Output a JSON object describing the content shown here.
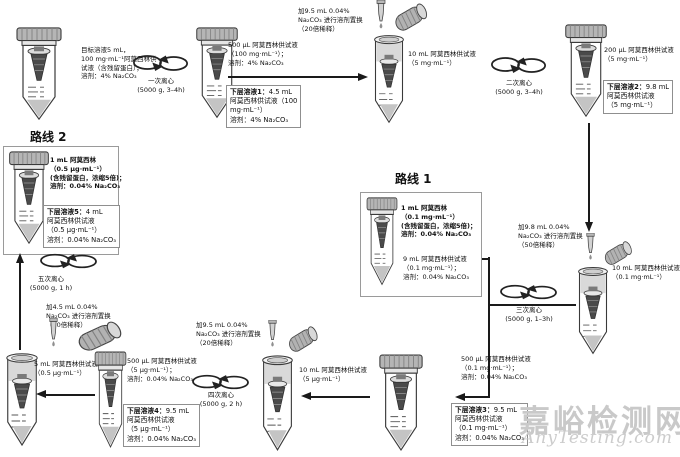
{
  "diagram": {
    "route1": {
      "title": "路线 1",
      "main": "1 mL 阿莫西林\n（0.1 mg·mL⁻¹）\n(含残留蛋白，浓缩5倍)；\n溶剂：0.04% Na₂CO₃",
      "sub": "9 mL 阿莫西林供试液\n（0.1 mg·mL⁻¹）；\n溶剂：0.04% Na₂CO₃"
    },
    "route2": {
      "title": "路线 2",
      "main": "1 mL 阿莫西林\n（0.5 μg·mL⁻¹）\n(含残留蛋白，浓缩5倍)；\n溶剂：0.04% Na₂CO₃",
      "lower5_label": "下层溶液5：",
      "lower5_body": "4 mL\n阿莫西林供试液\n（0.5 μg·mL⁻¹）\n溶剂：0.04% Na₂CO₃"
    },
    "labels": {
      "tube1": "目标溶液5 mL，\n100 mg·mL⁻¹阿莫西林供\n试液（含残留蛋白）；\n溶剂：4% Na₂CO₃",
      "take500_100": "500 μL 阿莫西林供试液\n（100 mg·mL⁻¹）；\n溶剂：4% Na₂CO₃",
      "lower1_label": "下层溶液1：",
      "lower1_body": "4.5 mL\n阿莫西林供试液（100\nmg·mL⁻¹）\n溶剂：4% Na₂CO₃",
      "add20x_a": "加9.5 mL 0.04%\nNa₂CO₃ 进行溶剂置换\n（20倍稀释）",
      "tube3": "10 mL 阿莫西林供试液\n（5 mg·mL⁻¹）",
      "take200_5": "200 μL 阿莫西林供试液\n（5 mg·mL⁻¹）",
      "lower2_label": "下层溶液2：",
      "lower2_body": "9.8 mL\n阿莫西林供试液\n（5 mg·mL⁻¹）",
      "add50x": "加9.8 mL 0.04%\nNa₂CO₃ 进行溶剂置换\n（50倍稀释）",
      "tube5": "10 mL 阿莫西林供试液\n（0.1 mg·mL⁻¹）",
      "take500_01": "500 μL 阿莫西林供试液\n（0.1 mg·mL⁻¹）；\n溶剂：0.04% Na₂CO₃",
      "lower3_label": "下层溶液3：",
      "lower3_body": "9.5 mL\n阿莫西林供试液\n（0.1 mg·mL⁻¹）\n溶剂：0.04% Na₂CO₃",
      "add20x_b": "加9.5 mL 0.04%\nNa₂CO₃ 进行溶剂置换\n（20倍稀释）",
      "tube7": "10 mL 阿莫西林供试液\n（5 μg·mL⁻¹）",
      "take500_5ug": "500 μL 阿莫西林供试液\n（5 μg·mL⁻¹）；\n溶剂：0.04% Na₂CO₃",
      "lower4_label": "下层溶液4：",
      "lower4_body": "9.5 mL\n阿莫西林供试液\n（5 μg·mL⁻¹）\n溶剂：0.04% Na₂CO₃",
      "tube8": "5 mL 阿莫西林供试液\n（0.5 μg·mL⁻¹）",
      "add10x": "加4.5 mL 0.04%\nNa₂CO₃ 进行溶剂置换\n（10倍稀释）"
    },
    "centrifuges": {
      "c1": "一次离心\n(5000 g, 3–4h)",
      "c2": "二次离心\n(5000 g, 3–4h)",
      "c3": "三次离心\n(5000 g, 1–3h)",
      "c4": "四次离心\n(5000 g, 2 h)",
      "c5": "五次离心\n(5000 g, 1 h)"
    },
    "watermark": {
      "brand": "嘉峪检测网",
      "site": "AnyTesting.com"
    },
    "icons": {
      "centrifuge": "centrifuge-rotation-icon",
      "dropper": "dropper-icon",
      "cap": "tube-cap-icon",
      "tube_capped": "capped-filter-tube-icon",
      "tube_open": "open-filter-tube-icon"
    },
    "colors": {
      "line": "#1a1a1a",
      "box_border": "#8f8f8f",
      "cap": "#b5b5b5",
      "watermark": "#c9c9c9"
    }
  }
}
